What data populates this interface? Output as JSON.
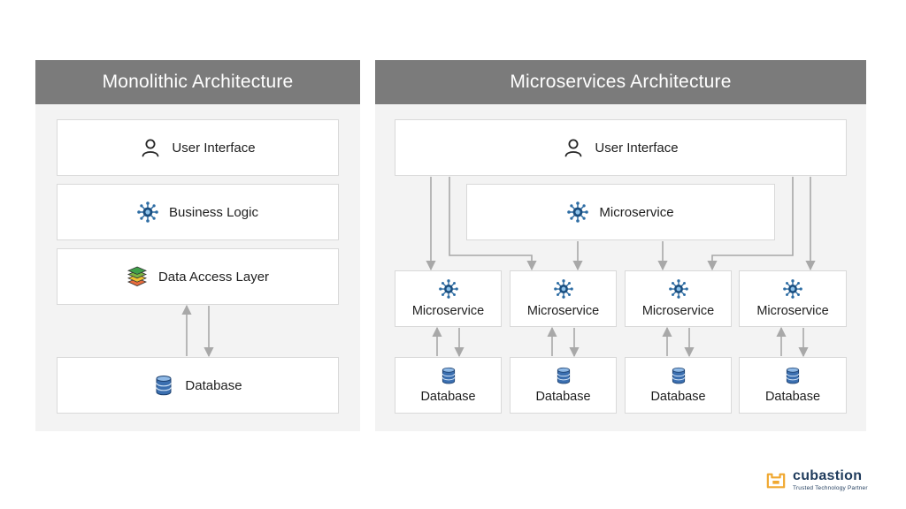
{
  "monolithic": {
    "title": "Monolithic Architecture",
    "layers": {
      "ui": {
        "label": "User Interface",
        "icon": "user-icon"
      },
      "logic": {
        "label": "Business Logic",
        "icon": "network-node-icon"
      },
      "dal": {
        "label": "Data Access Layer",
        "icon": "stacked-layers-icon"
      },
      "db": {
        "label": "Database",
        "icon": "database-icon"
      }
    }
  },
  "microservices": {
    "title": "Microservices Architecture",
    "ui": {
      "label": "User Interface",
      "icon": "user-icon"
    },
    "gateway": {
      "label": "Microservice",
      "icon": "network-node-icon"
    },
    "services": [
      {
        "service": "Microservice",
        "database": "Database"
      },
      {
        "service": "Microservice",
        "database": "Database"
      },
      {
        "service": "Microservice",
        "database": "Database"
      },
      {
        "service": "Microservice",
        "database": "Database"
      }
    ]
  },
  "brand": {
    "name": "cubastion",
    "tagline": "Trusted Technology Partner",
    "icon": "cubastion-logo-icon",
    "colors": {
      "logo_mark": "#f0a830",
      "text": "#1f3b5c"
    }
  },
  "colors": {
    "header_bg": "#7b7b7b",
    "panel_bg": "#f3f3f3",
    "box_border": "#d9d9d9",
    "arrow": "#a8a8a8",
    "icon_blue": "#2e6da4"
  }
}
